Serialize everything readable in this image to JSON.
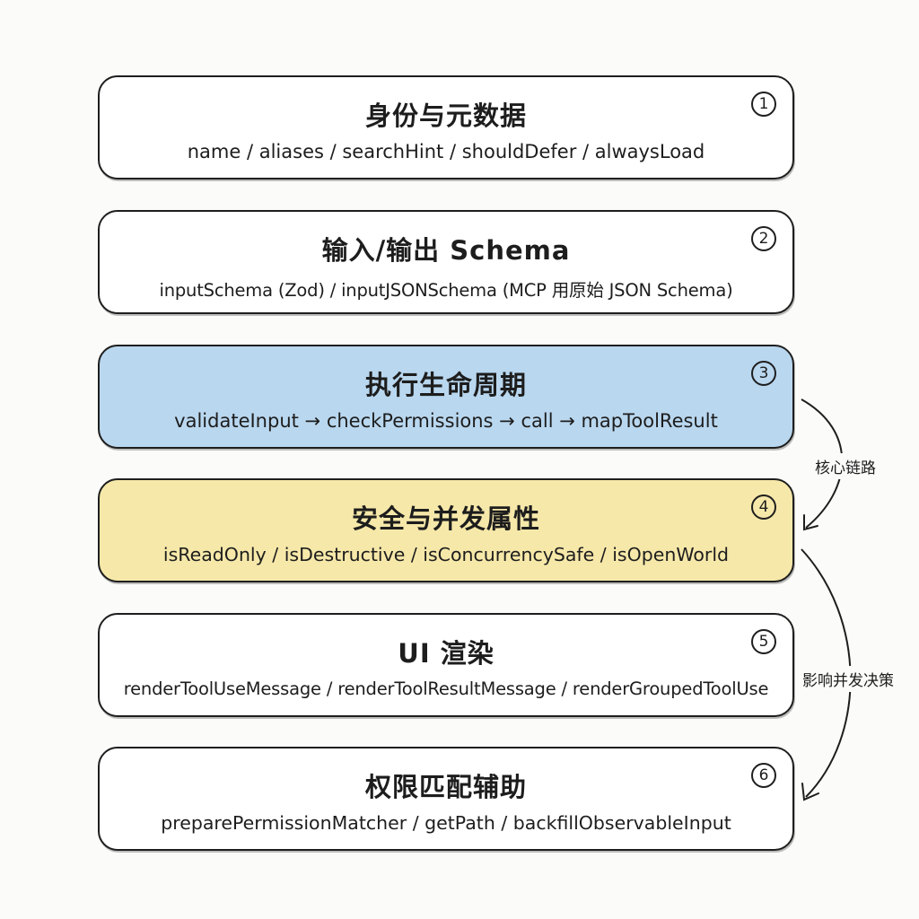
{
  "cards": [
    {
      "number": "1",
      "title": "身份与元数据",
      "fields": "name / aliases / searchHint / shouldDefer / alwaysLoad",
      "fill": "#ffffff"
    },
    {
      "number": "2",
      "title": "输入/输出 Schema",
      "fields": "inputSchema (Zod) / inputJSONSchema (MCP 用原始 JSON Schema)",
      "fill": "#ffffff"
    },
    {
      "number": "3",
      "title": "执行生命周期",
      "fields": "validateInput → checkPermissions → call → mapToolResult",
      "fill": "#b9d7ef"
    },
    {
      "number": "4",
      "title": "安全与并发属性",
      "fields": "isReadOnly / isDestructive / isConcurrencySafe / isOpenWorld",
      "fill": "#f6e8a9"
    },
    {
      "number": "5",
      "title": "UI 渲染",
      "fields": "renderToolUseMessage / renderToolResultMessage / renderGroupedToolUse",
      "fill": "#ffffff"
    },
    {
      "number": "6",
      "title": "权限匹配辅助",
      "fields": "preparePermissionMatcher / getPath / backfillObservableInput",
      "fill": "#ffffff"
    }
  ],
  "connectors": [
    {
      "from": "3",
      "to": "4",
      "label": "核心链路"
    },
    {
      "from": "4",
      "to": "6",
      "label": "影响并发决策"
    }
  ]
}
